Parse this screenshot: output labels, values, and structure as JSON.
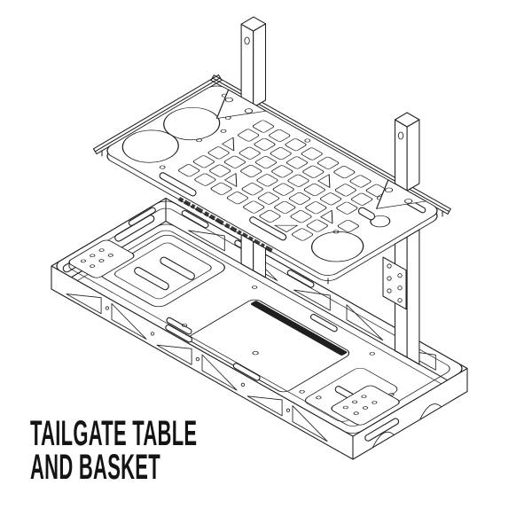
{
  "caption": {
    "line1": "TAILGATE TABLE",
    "line2": "AND BASKET"
  },
  "drawing": {
    "ink": "#1f1f1f",
    "paper": "#ffffff",
    "view": "isometric exploded line drawing",
    "parts": {
      "table": "tailgate table top with slotted grid, two cup holders, bottle opener and accessory slots",
      "left_post": "square mounting post with bolt hole",
      "right_post": "square mounting post with bolt hole and drilled mounting plate",
      "basket": "cargo basket with truss-style side cutouts, corner bolt plates, inner tray and center mounting plate"
    }
  }
}
